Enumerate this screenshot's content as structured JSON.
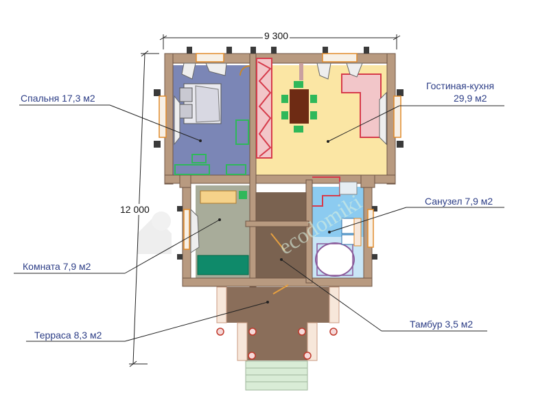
{
  "dimensions": {
    "width_label": "9 300",
    "height_label": "12 000"
  },
  "rooms": [
    {
      "key": "bedroom",
      "label": "Спальня 17,3 м2"
    },
    {
      "key": "living_kitchen",
      "label_line1": "Гостиная-кухня",
      "label_line2": "29,9 м2"
    },
    {
      "key": "bathroom",
      "label": "Санузел 7,9 м2"
    },
    {
      "key": "room",
      "label": "Комната 7,9 м2"
    },
    {
      "key": "vestibule",
      "label": "Тамбур 3,5 м2"
    },
    {
      "key": "terrace",
      "label": "Терраса 8,3 м2"
    }
  ],
  "watermark": "ecodomiki",
  "colors": {
    "label_text": "#2c3d86",
    "bedroom_floor": "#7b86b6",
    "living_floor": "#fbe6a4",
    "bath_floor": "#8ccbf0",
    "room_floor": "#a8ac9a",
    "vestibule_floor": "#7a6250",
    "terrace_floor": "#8a6e5a",
    "log_wall": "#b89a80",
    "sofa_red": "#d63a4a",
    "furniture_green": "#2fb85a"
  }
}
